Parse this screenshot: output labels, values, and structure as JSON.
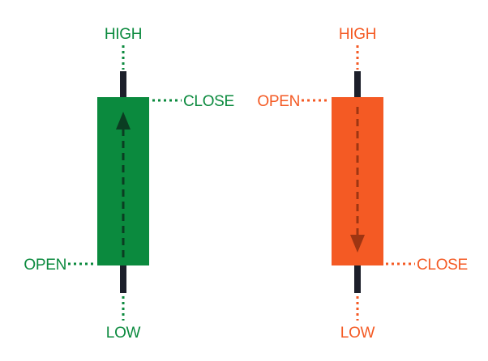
{
  "colors": {
    "bullish": "#0b8a3e",
    "bearish": "#f45a24",
    "wick": "#1c1f2a",
    "arrow_bullish": "#0b3d22",
    "arrow_bearish": "#9e3512",
    "background": "#ffffff"
  },
  "bullish_candle": {
    "high_label": "HIGH",
    "close_label": "CLOSE",
    "open_label": "OPEN",
    "low_label": "LOW",
    "arrow_direction": "up"
  },
  "bearish_candle": {
    "high_label": "HIGH",
    "open_label": "OPEN",
    "close_label": "CLOSE",
    "low_label": "LOW",
    "arrow_direction": "down"
  }
}
